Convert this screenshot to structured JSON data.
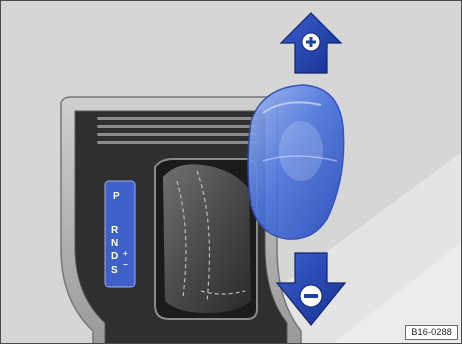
{
  "figure": {
    "id_label": "B16-0288"
  },
  "gear_indicator": {
    "gears": [
      "P",
      "R",
      "N",
      "D",
      "S"
    ],
    "tiptronic_plus": "+",
    "tiptronic_minus": "−"
  },
  "arrows": {
    "upshift": {
      "direction": "forward",
      "icon": "plus-icon",
      "symbol": "+"
    },
    "downshift": {
      "direction": "back",
      "icon": "minus-icon",
      "symbol": "−"
    }
  },
  "colors": {
    "background": "#d6d6d6",
    "console_trim": "#b9b9b9",
    "console_inner": "#2f2f2f",
    "highlight_blue": "#3a66d4",
    "arrow_blue": "#1f3fa8"
  }
}
